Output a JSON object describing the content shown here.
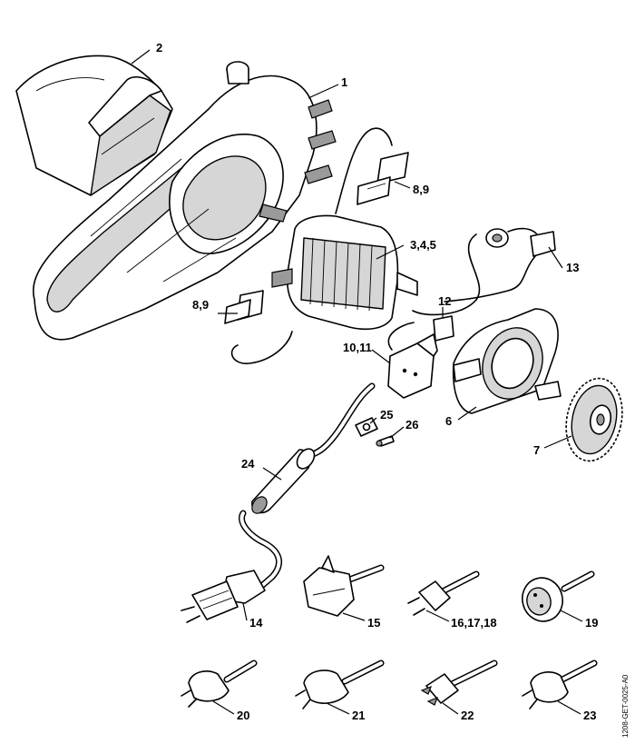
{
  "labels": {
    "p1": "1",
    "p2": "2",
    "p345": "3,4,5",
    "p6": "6",
    "p7": "7",
    "p89a": "8,9",
    "p89b": "8,9",
    "p1011": "10,11",
    "p12": "12",
    "p13": "13",
    "p14": "14",
    "p15": "15",
    "p161718": "16,17,18",
    "p19": "19",
    "p20": "20",
    "p21": "21",
    "p22": "22",
    "p23": "23",
    "p24": "24",
    "p25": "25",
    "p26": "26"
  },
  "drawing_code": "1208-GET-0025-A0"
}
